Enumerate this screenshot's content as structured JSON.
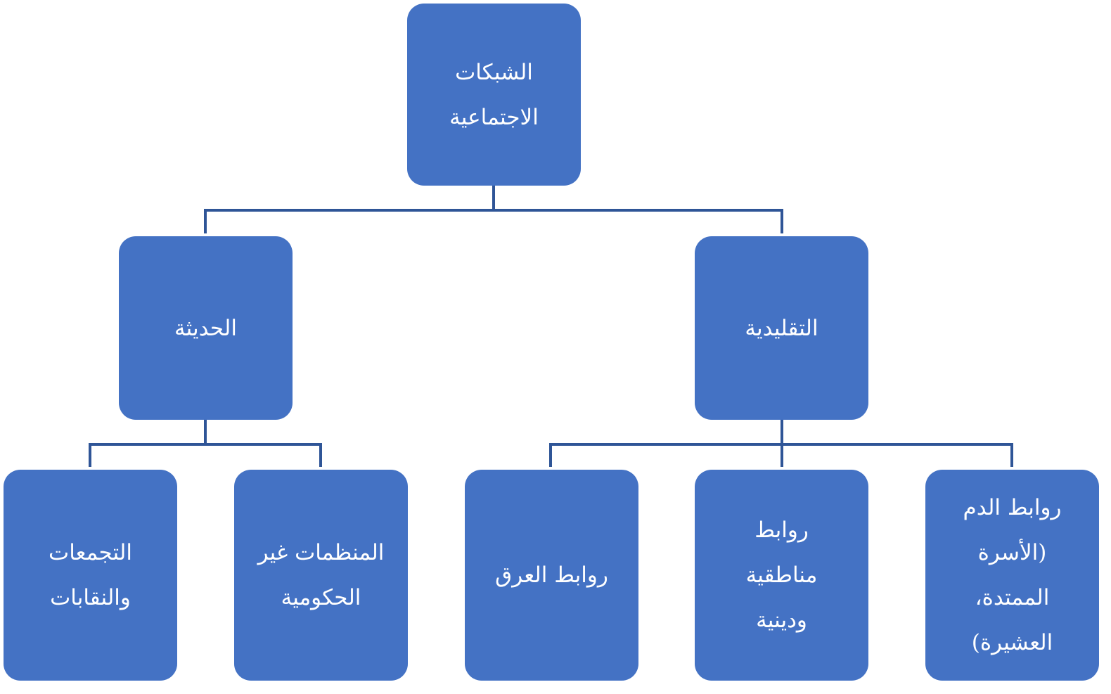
{
  "diagram": {
    "root": {
      "label": "الشبكات\nالاجتماعية"
    },
    "modern": {
      "label": "الحديثة",
      "children": [
        {
          "label": "المنظمات غير\nالحكومية"
        },
        {
          "label": "التجمعات\nوالنقابات"
        }
      ]
    },
    "traditional": {
      "label": "التقليدية",
      "children": [
        {
          "label": "روابط الدم\n(الأسرة\nالممتدة،\nالعشيرة)"
        },
        {
          "label": "روابط\nمناطقية\nودينية"
        },
        {
          "label": "روابط  العرق"
        }
      ]
    }
  },
  "colors": {
    "node_fill": "#4472c4",
    "connector": "#2f5597",
    "text": "#ffffff"
  }
}
